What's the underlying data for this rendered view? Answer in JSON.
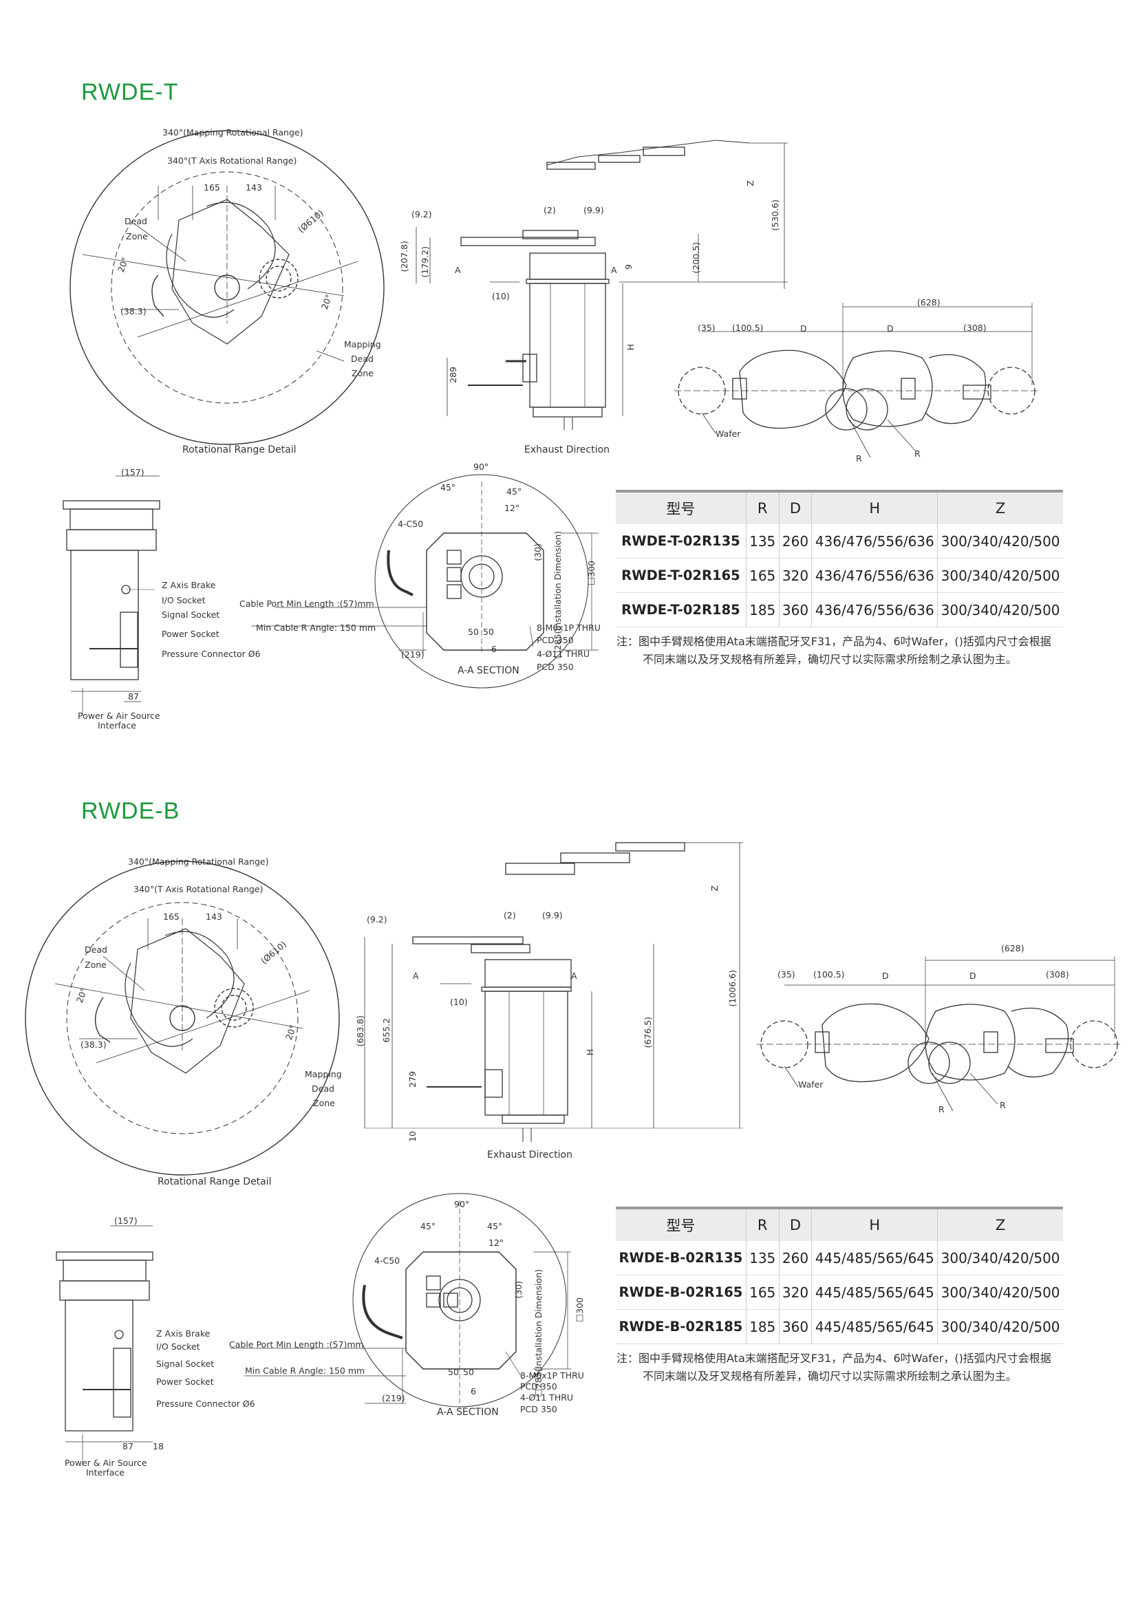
{
  "sections": [
    {
      "title": "RWDE-T",
      "range_top_labels": [
        "340°(Mapping Rotational Range)",
        "340°(T Axis Rotational Range)"
      ],
      "range_dims": [
        "165",
        "143",
        "(Ø610)",
        "20°",
        "20°",
        "(38.3)"
      ],
      "dead_zone": [
        "Dead",
        "Zone"
      ],
      "mapping_dead_zone": [
        "Mapping",
        "Dead",
        "Zone"
      ],
      "rotational_caption": "Rotational Range Detail",
      "side_dims": [
        "(9.2)",
        "(2)",
        "(9.9)",
        "(207.8)",
        "(179.2)",
        "(200.5)",
        "(530.6)",
        "Z",
        "(10)",
        "A",
        "A",
        "9",
        "H",
        "289"
      ],
      "exhaust_caption": "Exhaust Direction",
      "top_dims": [
        "(628)",
        "(35)",
        "(100.5)",
        "D",
        "D",
        "(308)",
        "R",
        "R"
      ],
      "wafer_label": "Wafer",
      "front_dims": [
        "(157)",
        "87"
      ],
      "connectors": [
        "Z Axis Brake",
        "I/O Socket",
        "Signal Socket",
        "Power Socket",
        "Pressure Connector Ø6"
      ],
      "power_interface": [
        "Power & Air Source",
        "Interface"
      ],
      "cable_labels": [
        "Cable Port Min Length :(57)mm",
        "Min Cable R Angle: 150 mm",
        "(219)"
      ],
      "section_dims": [
        "90°",
        "45°",
        "45°",
        "12°",
        "4-C50",
        "(30)",
        "□285(Installation Dimension)",
        "□300",
        "50",
        "50",
        "6"
      ],
      "holes": [
        "8-M6x1P THRU",
        "PCD 350",
        "4-Ø11 THRU",
        "PCD 350"
      ],
      "aa_caption": "A-A SECTION",
      "table": {
        "headers": [
          "型号",
          "R",
          "D",
          "H",
          "Z"
        ],
        "rows": [
          [
            "RWDE-T-02R135",
            "135",
            "260",
            "436/476/556/636",
            "300/340/420/500"
          ],
          [
            "RWDE-T-02R165",
            "165",
            "320",
            "436/476/556/636",
            "300/340/420/500"
          ],
          [
            "RWDE-T-02R185",
            "185",
            "360",
            "436/476/556/636",
            "300/340/420/500"
          ]
        ]
      },
      "note_line1": "注：图中手臂规格使用Ata末端搭配牙叉F31，产品为4、6吋Wafer，()括弧内尺寸会根据",
      "note_line2": "不同末端以及牙叉规格有所差异，确切尺寸以实际需求所绘制之承认图为主。"
    },
    {
      "title": "RWDE-B",
      "range_top_labels": [
        "340°(Mapping Rotational Range)",
        "340°(T Axis Rotational Range)"
      ],
      "range_dims": [
        "165",
        "143",
        "(Ø610)",
        "20°",
        "20°",
        "(38.3)"
      ],
      "dead_zone": [
        "Dead",
        "Zone"
      ],
      "mapping_dead_zone": [
        "Mapping",
        "Dead",
        "Zone"
      ],
      "rotational_caption": "Rotational Range Detail",
      "side_dims": [
        "(9.2)",
        "(2)",
        "(9.9)",
        "(683.8)",
        "655.2",
        "(676.5)",
        "(1006.6)",
        "Z",
        "(10)",
        "A",
        "A",
        "H",
        "279",
        "10"
      ],
      "exhaust_caption": "Exhaust Direction",
      "top_dims": [
        "(628)",
        "(35)",
        "(100.5)",
        "D",
        "D",
        "(308)",
        "R",
        "R"
      ],
      "wafer_label": "Wafer",
      "front_dims": [
        "(157)",
        "87",
        "18"
      ],
      "connectors": [
        "Z Axis Brake",
        "I/O Socket",
        "Signal Socket",
        "Power Socket",
        "Pressure Connector Ø6"
      ],
      "power_interface": [
        "Power & Air Source",
        "Interface"
      ],
      "cable_labels": [
        "Cable Port Min Length :(57)mm",
        "Min Cable R Angle: 150 mm",
        "(219)"
      ],
      "section_dims": [
        "90°",
        "45°",
        "45°",
        "12°",
        "4-C50",
        "(30)",
        "□285(Installation Dimension)",
        "□300",
        "50",
        "50",
        "6"
      ],
      "holes": [
        "8-M6x1P THRU",
        "PCD 350",
        "4-Ø11 THRU",
        "PCD 350"
      ],
      "aa_caption": "A-A SECTION",
      "table": {
        "headers": [
          "型号",
          "R",
          "D",
          "H",
          "Z"
        ],
        "rows": [
          [
            "RWDE-B-02R135",
            "135",
            "260",
            "445/485/565/645",
            "300/340/420/500"
          ],
          [
            "RWDE-B-02R165",
            "165",
            "320",
            "445/485/565/645",
            "300/340/420/500"
          ],
          [
            "RWDE-B-02R185",
            "185",
            "360",
            "445/485/565/645",
            "300/340/420/500"
          ]
        ]
      },
      "note_line1": "注：图中手臂规格使用Ata末端搭配牙叉F31，产品为4、6吋Wafer，()括弧内尺寸会根据",
      "note_line2": "不同末端以及牙叉规格有所差异，确切尺寸以实际需求所绘制之承认图为主。"
    }
  ]
}
